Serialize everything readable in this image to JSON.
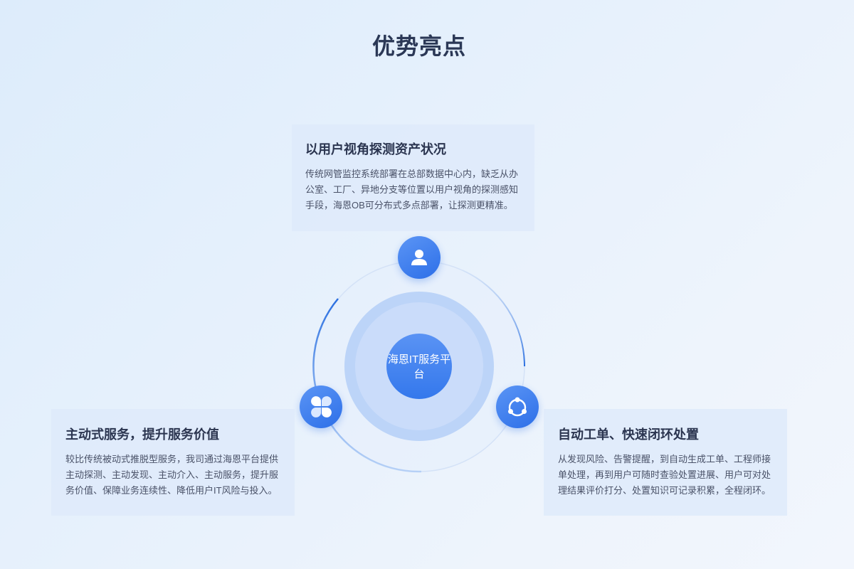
{
  "page": {
    "title": "优势亮点"
  },
  "center": {
    "label": "海恩IT服务平台"
  },
  "cards": {
    "top": {
      "title": "以用户视角探测资产状况",
      "body": "传统网管监控系统部署在总部数据中心内，缺乏从办公室、工厂、异地分支等位置以用户视角的探测感知手段，海恩OB可分布式多点部署，让探测更精准。"
    },
    "left": {
      "title": "主动式服务，提升服务价值",
      "body": "较比传统被动式推脱型服务，我司通过海恩平台提供主动探测、主动发现、主动介入、主动服务，提升服务价值、保障业务连续性、降低用户IT风险与投入。"
    },
    "right": {
      "title": "自动工单、快速闭环处置",
      "body": "从发现风险、告警提醒，到自动生成工单、工程师接单处理，再到用户可随时查验处置进展、用户可对处理结果评价打分、处置知识可记录积累，全程闭环。"
    }
  },
  "icons": {
    "top": "user-icon",
    "left": "clover-icon",
    "right": "cycle-icon"
  },
  "colors": {
    "accent": "#2d6fe8",
    "title": "#2b3856",
    "card_bg": "#deeafa"
  }
}
